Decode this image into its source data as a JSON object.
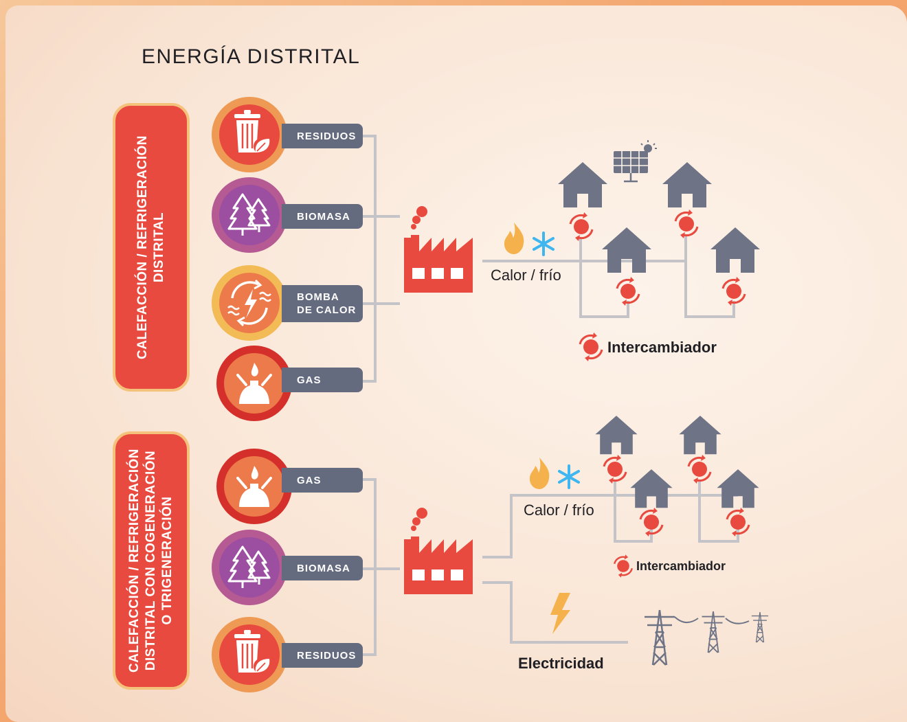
{
  "title": "ENERGÍA DISTRITAL",
  "panels": {
    "top": "CALEFACCIÓN / REFRIGERACIÓN\nDISTRITAL",
    "bottom": "CALEFACCIÓN / REFRIGERACIÓN\nDISTRITAL CON COGENERACIÓN\nO TRIGENERACIÓN"
  },
  "sources": {
    "top": [
      "RESIDUOS",
      "BIOMASA",
      "BOMBA\nDE CALOR",
      "GAS"
    ],
    "bottom": [
      "GAS",
      "BIOMASA",
      "RESIDUOS"
    ]
  },
  "labels": {
    "heat_top": "Calor / frío",
    "heat_bottom": "Calor / frío",
    "exchanger_top": "Intercambiador",
    "exchanger_bottom": "Intercambiador",
    "electricity": "Electricidad"
  },
  "icons": {
    "residuos": "trash-leaf-icon",
    "biomasa": "trees-icon",
    "bomba": "heat-pump-icon",
    "gas": "gas-burner-icon",
    "factory": "factory-icon",
    "house": "house-icon",
    "exchanger": "exchanger-icon",
    "solar": "solar-panel-icon",
    "flame": "flame-icon",
    "snow": "snowflake-icon",
    "bolt": "lightning-icon",
    "tower": "power-tower-icon"
  },
  "colors": {
    "red": "#e84a3f",
    "orange_ring": "#ee9a55",
    "purple": "#9c4fa1",
    "purple_ring": "#b55a93",
    "gray_pill": "#656b7f",
    "line": "#c3c3c8",
    "house": "#6e7485",
    "flame": "#f5b14b",
    "snow": "#3fb6f0"
  }
}
